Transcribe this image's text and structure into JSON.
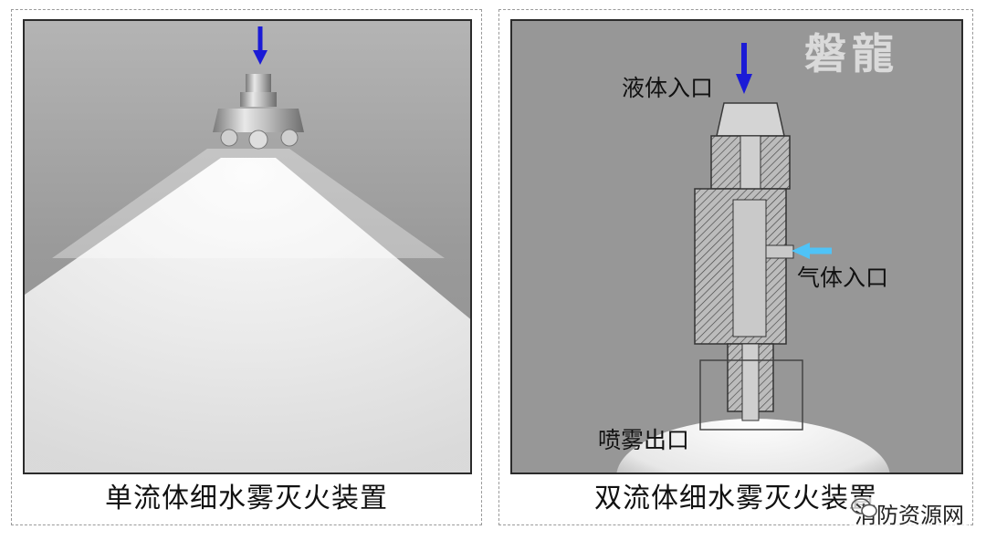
{
  "left_panel": {
    "caption": "单流体细水雾灭火装置"
  },
  "right_panel": {
    "caption": "双流体细水雾灭火装置",
    "labels": {
      "liquid_inlet": "液体入口",
      "gas_inlet": "气体入口",
      "spray_outlet": "喷雾出口"
    },
    "watermark": "磐龍"
  },
  "source_watermark": "消防资源网",
  "colors": {
    "liquid_arrow": "#1b1bd6",
    "gas_arrow": "#4fc3f7",
    "background_gray": "#9a9a9a"
  },
  "icons": {
    "source_watermark_icon": "wechat-icon"
  }
}
